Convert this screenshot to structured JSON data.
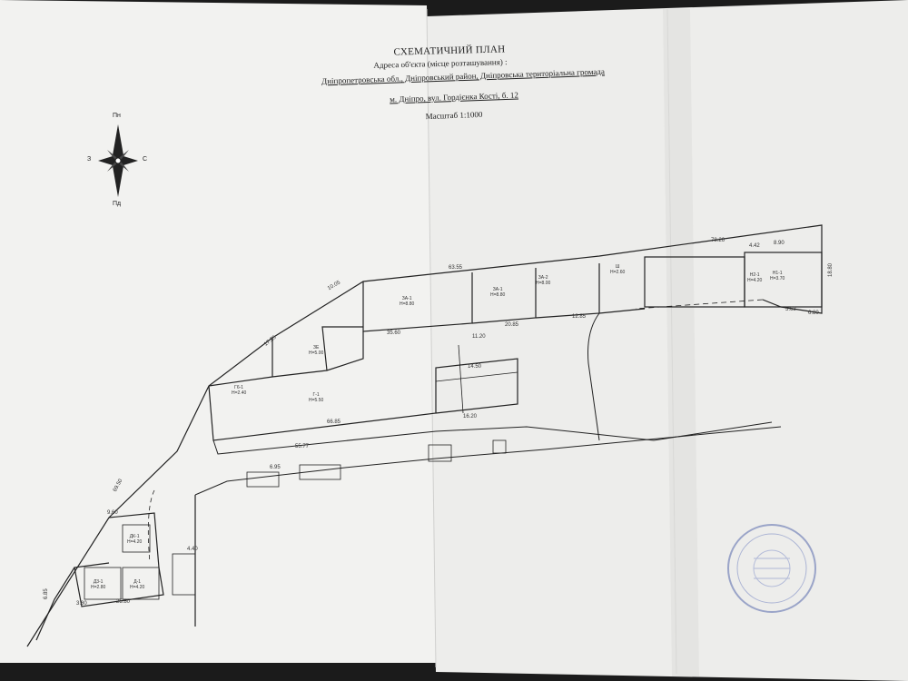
{
  "header": {
    "title": "СХЕМАТИЧНИЙ ПЛАН",
    "address_label": "Адреса об'єкта (місце розташування) :",
    "address_line1": "Дніпропетровська обл., Дніпровський район, Дніпровська територіальна громада",
    "address_line2": "м. Дніпро, вул. Гордієнка Кості, б. 12",
    "scale": "Масштаб 1:1000"
  },
  "compass": {
    "north": "Пн",
    "south": "Пд",
    "west": "З",
    "east": "С"
  },
  "dimensions": {
    "top_right": "78.26",
    "top_mid": "63.55",
    "left_edge": "69.50",
    "upper_left": "17.25",
    "upper_left2": "10.05",
    "mid1": "66.85",
    "mid2": "55.77",
    "right1": "18.80",
    "right2": "6.80",
    "bottom1": "25.80",
    "bottom2": "6.95",
    "d1": "35.60",
    "d2": "20.85",
    "d3": "12.85",
    "d4": "11.20",
    "d5": "14.50",
    "d6": "16.20",
    "d7": "9.60",
    "d8": "4.42",
    "d9": "8.90",
    "d10": "5.63",
    "d11": "4.40",
    "d12": "3.80",
    "d13": "6.85"
  },
  "rooms": {
    "a1": "ЗА-1\nH=8.80",
    "a2": "ЗА-1\nH=8.80",
    "a3": "ЗА-2\nH=8.00",
    "g1": "Г-1\nH=5.50",
    "g2": "Г6-1\nH=2.40",
    "e1": "ЗЕ\nH=5.00",
    "n1": "Н1-1\nH=3.70",
    "n2": "Н2-1\nH=4.20",
    "sh": "Ш\nH=2.60",
    "d1": "Д3-1\nH=2.80",
    "d2": "Д-1\nH=4.20",
    "dk": "ДК-1\nH=4.20"
  },
  "stamp": {
    "visible": true
  }
}
